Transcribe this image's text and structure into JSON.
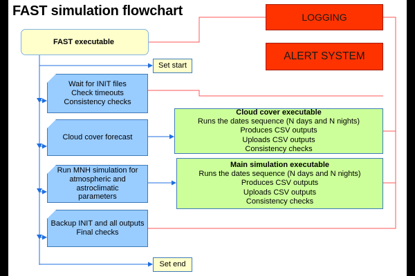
{
  "title": "FAST simulation flowchart",
  "executable": {
    "label": "FAST executable"
  },
  "logging": {
    "label": "LOGGING"
  },
  "alert": {
    "label": "ALERT SYSTEM"
  },
  "set_start": {
    "label": "Set start"
  },
  "set_end": {
    "label": "Set end"
  },
  "steps": [
    {
      "lines": [
        "Wait for INIT files",
        "Check timeouts",
        "Consistency checks"
      ]
    },
    {
      "lines": [
        "Cloud cover forecast"
      ]
    },
    {
      "lines": [
        "Run MNH simulation for",
        "atmospheric and astroclimatic",
        "parameters"
      ]
    },
    {
      "lines": [
        "Backup INIT and all outputs",
        "Final checks"
      ]
    }
  ],
  "cloud_exe": {
    "heading": "Cloud cover executable",
    "lines": [
      "Runs the dates sequence (N days and N nights)",
      "Produces CSV outputs",
      "Uploads CSV outputs",
      "Consistency checks"
    ]
  },
  "main_exe": {
    "heading": "Main simulation executable",
    "lines": [
      "Runs the dates sequence (N days and N nights)",
      "Produces CSV outputs",
      "Uploads CSV outputs",
      "Consistency checks"
    ]
  },
  "colors": {
    "flow_line": "#1f6fe0",
    "log_line": "#ff5555",
    "step_fill": "#99ccff",
    "exe_fill": "#ffffcc",
    "green_fill": "#ccff99",
    "red_fill": "#ff3300"
  }
}
